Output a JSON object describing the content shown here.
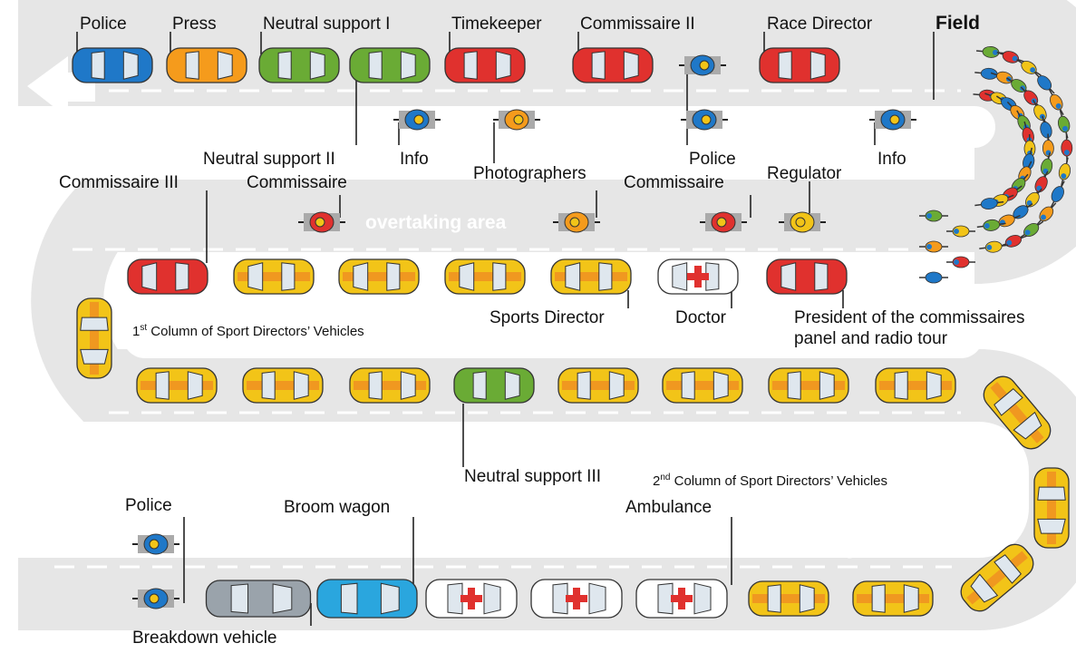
{
  "labels": {
    "police_top": "Police",
    "press": "Press",
    "neutral_support_1": "Neutral support I",
    "timekeeper": "Timekeeper",
    "commissaire_2": "Commissaire II",
    "race_director": "Race Director",
    "field": "Field",
    "neutral_support_2": "Neutral support II",
    "info_1": "Info",
    "photographers": "Photographers",
    "police": "Police",
    "info_2": "Info",
    "commissaire_3": "Commissaire III",
    "commissaire": "Commissaire",
    "commissaire_b": "Commissaire",
    "regulator": "Regulator",
    "sports_director": "Sports Director",
    "doctor": "Doctor",
    "president_line1": "President of the commissaires",
    "president_line2": "panel and radio tour",
    "column1_sup": "st",
    "column1_pre": "1",
    "column1_text": " Column of Sport Directors’ Vehicles",
    "column2_pre": "2",
    "column2_sup": "nd",
    "column2_text": " Column of Sport Directors’ Vehicles",
    "neutral_support_3": "Neutral support III",
    "police_bottom": "Police",
    "broom_wagon": "Broom wagon",
    "ambulance": "Ambulance",
    "breakdown_vehicle": "Breakdown vehicle",
    "overtaking_area": "overtaking area"
  },
  "colors": {
    "road": "#e6e6e6",
    "lane_marking": "#ffffff",
    "police": "#1f78c8",
    "press": "#f59b1c",
    "neutral": "#6aab35",
    "official_red": "#e0312e",
    "sport_director": "#f2c418",
    "sport_director_stripe": "#f09820",
    "medical": "#ffffff",
    "broom": "#2aa6de",
    "breakdown": "#9aa3ab"
  }
}
